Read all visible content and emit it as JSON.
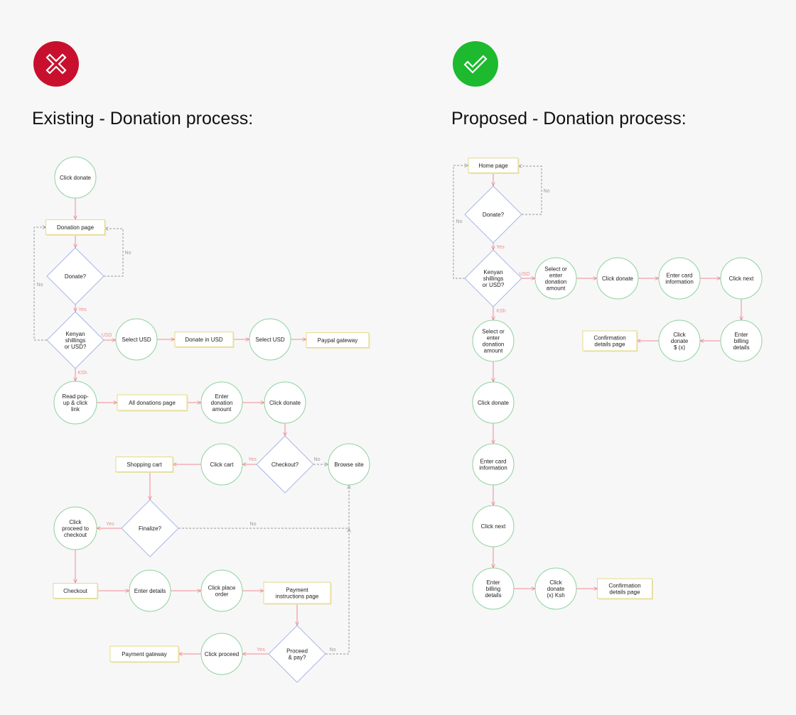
{
  "colors": {
    "background": "#f7f7f7",
    "reject": "#c8102e",
    "accept": "#1db92e",
    "circle_fill": "#ffffff",
    "circle_stroke": "#8fd19e",
    "rect_fill": "#ffffff",
    "rect_stroke": "#e6d98a",
    "diamond_stroke": "#a9b6e8",
    "arrow": "#f08a94",
    "dashed": "#9a9a9a",
    "yes_label": "#f08a94",
    "no_label": "#9a9a9a"
  },
  "badges": {
    "existing_icon": "x-mark-icon",
    "proposed_icon": "check-mark-icon"
  },
  "headings": {
    "existing": "Existing - Donation process:",
    "proposed": "Proposed - Donation process:"
  },
  "existing_flow": {
    "nodes": [
      {
        "id": "e_click_donate",
        "shape": "circle",
        "lines": [
          "Click donate"
        ]
      },
      {
        "id": "e_donation_page",
        "shape": "rect",
        "lines": [
          "Donation page"
        ]
      },
      {
        "id": "e_donate_q",
        "shape": "diamond",
        "lines": [
          "Donate?"
        ]
      },
      {
        "id": "e_currency_q",
        "shape": "diamond",
        "lines": [
          "Kenyan",
          "shillings",
          "or USD?"
        ]
      },
      {
        "id": "e_select_usd_1",
        "shape": "circle",
        "lines": [
          "Select USD"
        ]
      },
      {
        "id": "e_donate_in_usd",
        "shape": "rect",
        "lines": [
          "Donate in USD"
        ]
      },
      {
        "id": "e_select_usd_2",
        "shape": "circle",
        "lines": [
          "Select USD"
        ]
      },
      {
        "id": "e_paypal_gateway",
        "shape": "rect",
        "lines": [
          "Paypal gateway"
        ]
      },
      {
        "id": "e_read_popup",
        "shape": "circle",
        "lines": [
          "Read pop-",
          "up & click",
          "link"
        ]
      },
      {
        "id": "e_all_donations",
        "shape": "rect",
        "lines": [
          "All donations page"
        ]
      },
      {
        "id": "e_enter_amount",
        "shape": "circle",
        "lines": [
          "Enter",
          "donation",
          "amount"
        ]
      },
      {
        "id": "e_click_donate_2",
        "shape": "circle",
        "lines": [
          "Click donate"
        ]
      },
      {
        "id": "e_checkout_q",
        "shape": "diamond",
        "lines": [
          "Checkout?"
        ]
      },
      {
        "id": "e_browse_site",
        "shape": "circle",
        "lines": [
          "Browse site"
        ]
      },
      {
        "id": "e_click_cart",
        "shape": "circle",
        "lines": [
          "Click cart"
        ]
      },
      {
        "id": "e_shopping_cart",
        "shape": "rect",
        "lines": [
          "Shopping cart"
        ]
      },
      {
        "id": "e_finalize_q",
        "shape": "diamond",
        "lines": [
          "Finalize?"
        ]
      },
      {
        "id": "e_proceed_checkout",
        "shape": "circle",
        "lines": [
          "Click",
          "proceed to",
          "checkout"
        ]
      },
      {
        "id": "e_checkout",
        "shape": "rect",
        "lines": [
          "Checkout"
        ]
      },
      {
        "id": "e_enter_details",
        "shape": "circle",
        "lines": [
          "Enter details"
        ]
      },
      {
        "id": "e_place_order",
        "shape": "circle",
        "lines": [
          "Click place",
          "order"
        ]
      },
      {
        "id": "e_payment_instructions",
        "shape": "rect",
        "lines": [
          "Payment",
          "instructions page"
        ]
      },
      {
        "id": "e_proceed_pay_q",
        "shape": "diamond",
        "lines": [
          "Proceed",
          "& pay?"
        ]
      },
      {
        "id": "e_click_proceed",
        "shape": "circle",
        "lines": [
          "Click proceed"
        ]
      },
      {
        "id": "e_payment_gateway",
        "shape": "rect",
        "lines": [
          "Payment gateway"
        ]
      }
    ],
    "edge_labels": [
      {
        "id": "e_lbl_no_donate",
        "text": "No",
        "kind": "no"
      },
      {
        "id": "e_lbl_no_loop",
        "text": "No",
        "kind": "no"
      },
      {
        "id": "e_lbl_yes_donate",
        "text": "Yes",
        "kind": "yes"
      },
      {
        "id": "e_lbl_usd",
        "text": "USD",
        "kind": "yes"
      },
      {
        "id": "e_lbl_ksh",
        "text": "KSh",
        "kind": "yes"
      },
      {
        "id": "e_lbl_yes_checkout",
        "text": "Yes",
        "kind": "yes"
      },
      {
        "id": "e_lbl_no_checkout",
        "text": "No",
        "kind": "no"
      },
      {
        "id": "e_lbl_yes_finalize",
        "text": "Yes",
        "kind": "yes"
      },
      {
        "id": "e_lbl_no_finalize",
        "text": "No",
        "kind": "no"
      },
      {
        "id": "e_lbl_yes_pay",
        "text": "Yes",
        "kind": "yes"
      },
      {
        "id": "e_lbl_no_pay",
        "text": "No",
        "kind": "no"
      }
    ]
  },
  "proposed_flow": {
    "nodes": [
      {
        "id": "p_home_page",
        "shape": "rect",
        "lines": [
          "Home page"
        ]
      },
      {
        "id": "p_donate_q",
        "shape": "diamond",
        "lines": [
          "Donate?"
        ]
      },
      {
        "id": "p_currency_q",
        "shape": "diamond",
        "lines": [
          "Kenyan",
          "shillings",
          "or USD?"
        ]
      },
      {
        "id": "p_usd_select_amount",
        "shape": "circle",
        "lines": [
          "Select or",
          "enter",
          "donation",
          "amount"
        ]
      },
      {
        "id": "p_usd_click_donate",
        "shape": "circle",
        "lines": [
          "Click donate"
        ]
      },
      {
        "id": "p_usd_card_info",
        "shape": "circle",
        "lines": [
          "Enter card",
          "information"
        ]
      },
      {
        "id": "p_usd_click_next",
        "shape": "circle",
        "lines": [
          "Click next"
        ]
      },
      {
        "id": "p_usd_billing",
        "shape": "circle",
        "lines": [
          "Enter",
          "billing",
          "details"
        ]
      },
      {
        "id": "p_usd_click_donate_x",
        "shape": "circle",
        "lines": [
          "Click",
          "donate",
          "$ (x)"
        ]
      },
      {
        "id": "p_usd_confirmation",
        "shape": "rect",
        "lines": [
          "Confirmation",
          "details page"
        ]
      },
      {
        "id": "p_ksh_select_amount",
        "shape": "circle",
        "lines": [
          "Select or",
          "enter",
          "donation",
          "amount"
        ]
      },
      {
        "id": "p_ksh_click_donate",
        "shape": "circle",
        "lines": [
          "Click donate"
        ]
      },
      {
        "id": "p_ksh_card_info",
        "shape": "circle",
        "lines": [
          "Enter card",
          "information"
        ]
      },
      {
        "id": "p_ksh_click_next",
        "shape": "circle",
        "lines": [
          "Click next"
        ]
      },
      {
        "id": "p_ksh_billing",
        "shape": "circle",
        "lines": [
          "Enter",
          "billing",
          "details"
        ]
      },
      {
        "id": "p_ksh_click_donate_x",
        "shape": "circle",
        "lines": [
          "Click",
          "donate",
          "(x) Ksh"
        ]
      },
      {
        "id": "p_ksh_confirmation",
        "shape": "rect",
        "lines": [
          "Confirmation",
          "details page"
        ]
      }
    ],
    "edge_labels": [
      {
        "id": "p_lbl_no_donate",
        "text": "No",
        "kind": "no"
      },
      {
        "id": "p_lbl_no_loop",
        "text": "No",
        "kind": "no"
      },
      {
        "id": "p_lbl_yes",
        "text": "Yes",
        "kind": "yes"
      },
      {
        "id": "p_lbl_usd",
        "text": "USD",
        "kind": "yes"
      },
      {
        "id": "p_lbl_ksh",
        "text": "KSh",
        "kind": "yes"
      }
    ]
  }
}
